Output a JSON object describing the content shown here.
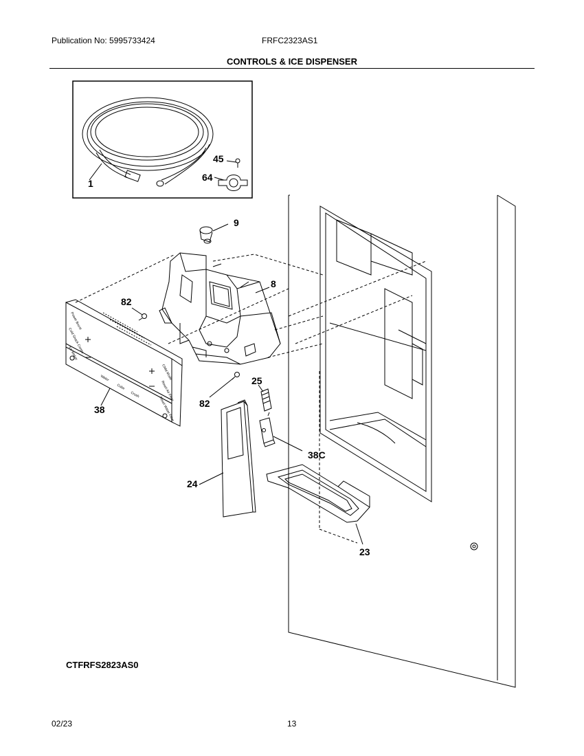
{
  "header": {
    "publication": "Publication No: 5995733424",
    "model": "FRFC2323AS1",
    "section_title": "CONTROLS & ICE DISPENSER"
  },
  "callouts": {
    "c1": "1",
    "c45": "45",
    "c64": "64",
    "c9": "9",
    "c8": "8",
    "c82a": "82",
    "c82b": "82",
    "c25": "25",
    "c38": "38",
    "c38c": "38C",
    "c24": "24",
    "c23": "23"
  },
  "panel_labels": {
    "water": "Water",
    "cube": "Cube",
    "crush": "Crush",
    "power_boost": "Power Boost",
    "cold_snack": "Cold Snack Center",
    "ice_maker": "Ice Maker",
    "child_mode": "Child Mode",
    "reset_filter": "Reset Air Filter",
    "reset_water": "Reset Water Filter"
  },
  "footer": {
    "code": "CTFRFS2823AS0",
    "date": "02/23",
    "page": "13"
  }
}
